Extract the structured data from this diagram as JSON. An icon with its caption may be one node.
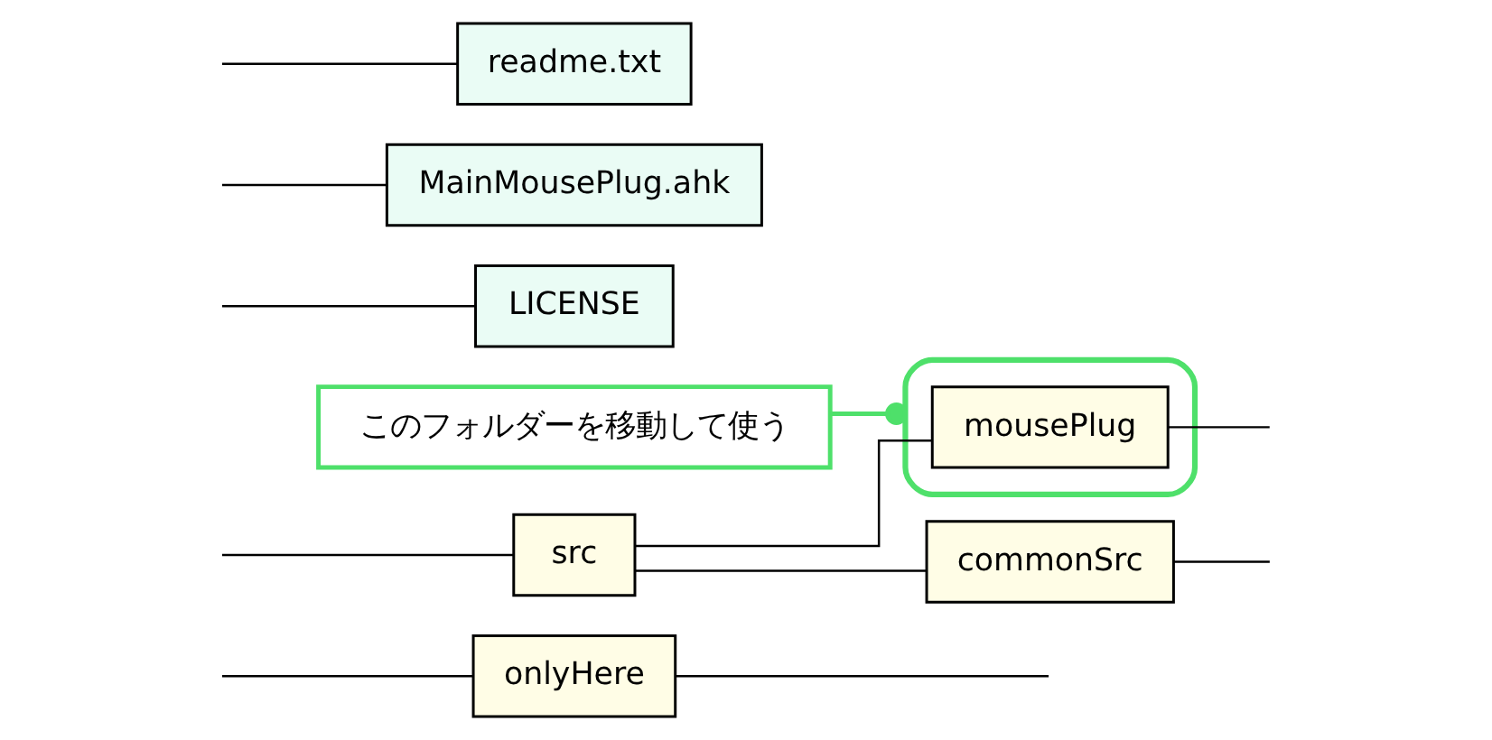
{
  "diagram": {
    "nodes": [
      {
        "text": [
          "onlyHere"
        ]
      },
      {
        "text": [
          "src"
        ]
      },
      {
        "text": [
          "LICENSE"
        ]
      },
      {
        "text": [
          "MainMousePlug.ahk"
        ]
      },
      {
        "text": [
          "readme.txt"
        ]
      },
      {
        "text": [
          "commonSrc"
        ]
      },
      {
        "text": [],
        "shape": "box"
      },
      {
        "text": [
          "mousePlug"
        ],
        "in": 6
      },
      {
        "text": [
          "このフォルダーを移動して使う"
        ]
      }
    ],
    "edges": [
      {
        "from": null,
        "to": 0,
        "arrow": "none"
      },
      {
        "from": null,
        "to": 1,
        "arrow": "none"
      },
      {
        "from": null,
        "to": 2,
        "arrow": "none"
      },
      {
        "from": null,
        "to": 3,
        "arrow": "none"
      },
      {
        "from": null,
        "to": 4,
        "arrow": "none"
      },
      {
        "from": 0,
        "to": null,
        "arrow": "none"
      },
      {
        "from": 1,
        "to": 5,
        "arrow": "none"
      },
      {
        "from": 1,
        "to": 7,
        "arrow": "none"
      },
      {
        "from": 5,
        "to": null,
        "arrow": "none"
      },
      {
        "from": 7,
        "to": null,
        "arrow": "none"
      },
      {
        "from": 8,
        "to": 6,
        "arrow": "other",
        "color": "#4ee06a"
      }
    ]
  }
}
